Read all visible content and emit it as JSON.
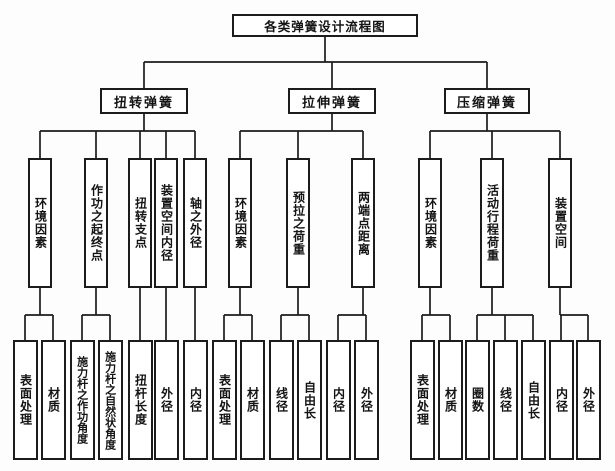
{
  "title": "各类弹簧设计流程图",
  "colors": {
    "ink": "#1c1c1c",
    "background": "#ffffff"
  },
  "groups": [
    {
      "label": "扭转弹簧",
      "parents": [
        {
          "label": "环境因素",
          "children": [
            "表面处理",
            "材质"
          ]
        },
        {
          "label": "作功之起终点",
          "children": [
            "施力杆之作功角度",
            "施力杆之自然状角度"
          ]
        },
        {
          "label": "扭转支点",
          "children": [
            "扭杆长度"
          ]
        },
        {
          "label": "装置空间内径",
          "children": [
            "外径"
          ]
        },
        {
          "label": "轴之外径",
          "children": [
            "内径"
          ]
        }
      ]
    },
    {
      "label": "拉伸弹簧",
      "parents": [
        {
          "label": "环境因素",
          "children": [
            "表面处理",
            "材质"
          ]
        },
        {
          "label": "预拉之荷重",
          "children": [
            "线径",
            "自由长"
          ]
        },
        {
          "label": "两端点距离",
          "children": [
            "内径",
            "外径"
          ]
        }
      ]
    },
    {
      "label": "压缩弹簧",
      "parents": [
        {
          "label": "环境因素",
          "children": [
            "表面处理",
            "材质"
          ]
        },
        {
          "label": "活动行程荷重",
          "children": [
            "圈数",
            "线径",
            "自由长"
          ]
        },
        {
          "label": "装置空间",
          "children": [
            "内径",
            "外径"
          ]
        }
      ]
    }
  ]
}
